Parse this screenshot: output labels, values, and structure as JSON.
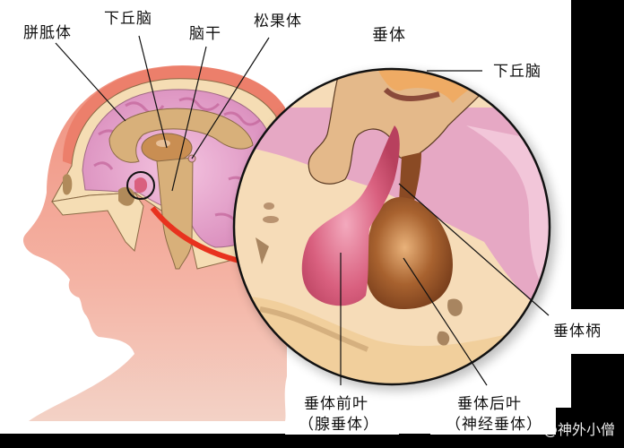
{
  "title": "垂体",
  "left_labels": {
    "corpus_callosum": "胼胝体",
    "hypothalamus": "下丘脑",
    "brainstem": "脑干",
    "pineal_body": "松果体"
  },
  "zoom_labels": {
    "hypothalamus": "下丘脑",
    "pituitary_stalk": "垂体柄",
    "anterior_lobe": "垂体前叶",
    "anterior_lobe_alt": "（腺垂体）",
    "posterior_lobe": "垂体后叶",
    "posterior_lobe_alt": "（神经垂体）"
  },
  "watermark": "@神外小僧",
  "colors": {
    "skin": "#f1a393",
    "brain": "#e9a8d0",
    "bone": "#f5ddb4",
    "anterior": "#d9607f",
    "posterior": "#9c5a2c",
    "arrow": "#e8321e"
  }
}
